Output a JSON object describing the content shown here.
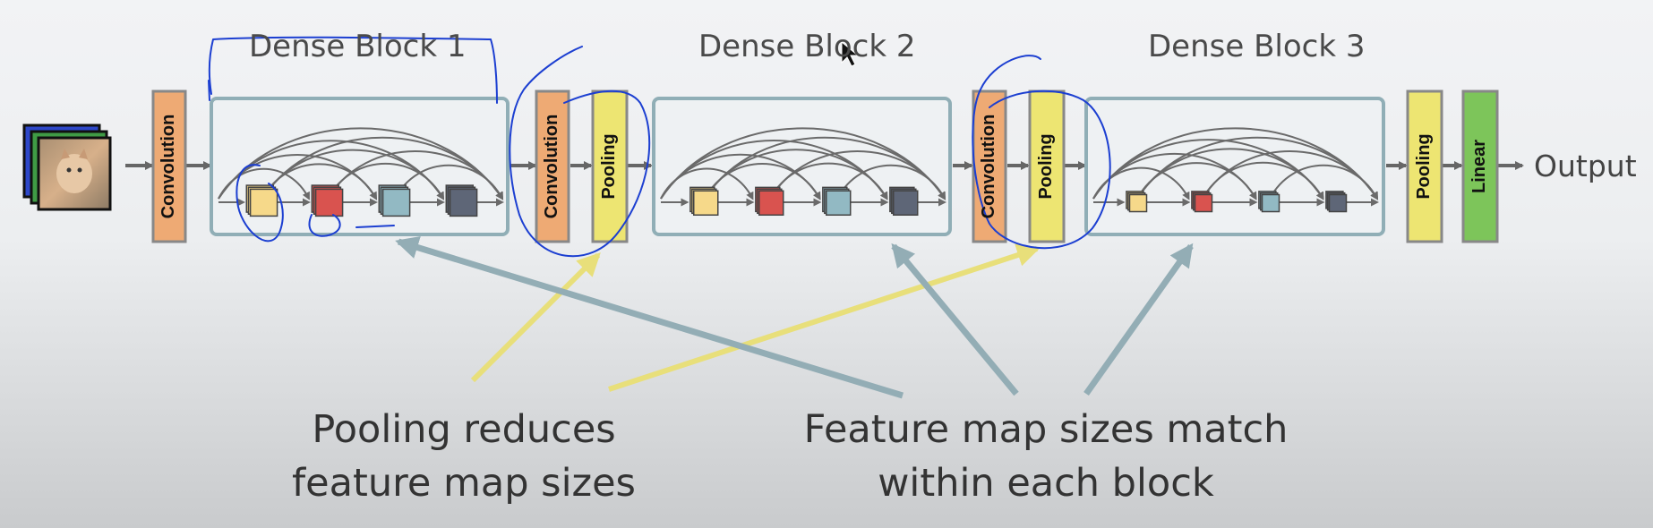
{
  "blocks": [
    {
      "title": "Dense Block 1"
    },
    {
      "title": "Dense Block 2"
    },
    {
      "title": "Dense Block 3"
    }
  ],
  "layers": {
    "convolution": "Convolution",
    "pooling": "Pooling",
    "linear": "Linear"
  },
  "output": "Output",
  "captions": {
    "pooling": [
      "Pooling reduces",
      "feature map sizes"
    ],
    "feature": [
      "Feature map sizes match",
      "within each block"
    ]
  },
  "colors": {
    "convolution": "#eeaa74",
    "pooling": "#ede572",
    "linear": "#7dc55a",
    "block_border": "#90aeb6",
    "flow_arrow": "#666666",
    "yellow_arrow": "#e8df7a",
    "teal_arrow": "#93adb5",
    "feature_yellow": "#f6d98a",
    "feature_red": "#d9534f",
    "feature_teal": "#92b9c3",
    "feature_slate": "#5e6677",
    "annotation_ink": "#1c3fd1"
  },
  "icons": [
    "kitten-image-stack-icon",
    "cursor-arrow-icon"
  ]
}
